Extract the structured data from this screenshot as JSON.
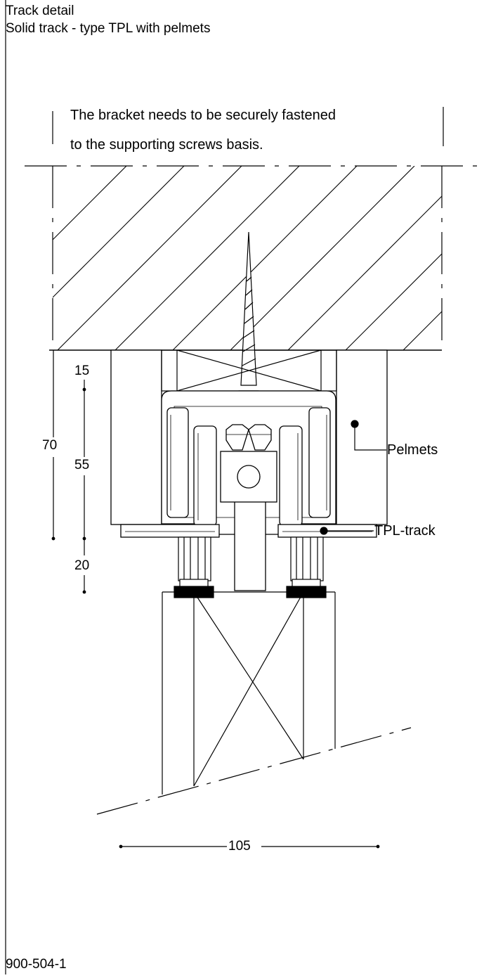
{
  "title_block": {
    "title": "Track detail",
    "subtitle": "Solid track - type TPL with pelmets",
    "drawing_number": "900-504-1"
  },
  "note": {
    "line1": "The bracket needs to be securely fastened",
    "line2": "to the supporting screws basis."
  },
  "dimensions": {
    "overall_height": "70",
    "top_gap": "15",
    "track_height": "55",
    "bottom_gap": "20",
    "width": "105"
  },
  "callouts": {
    "pelmets": "Pelmets",
    "track": "TPL-track"
  }
}
